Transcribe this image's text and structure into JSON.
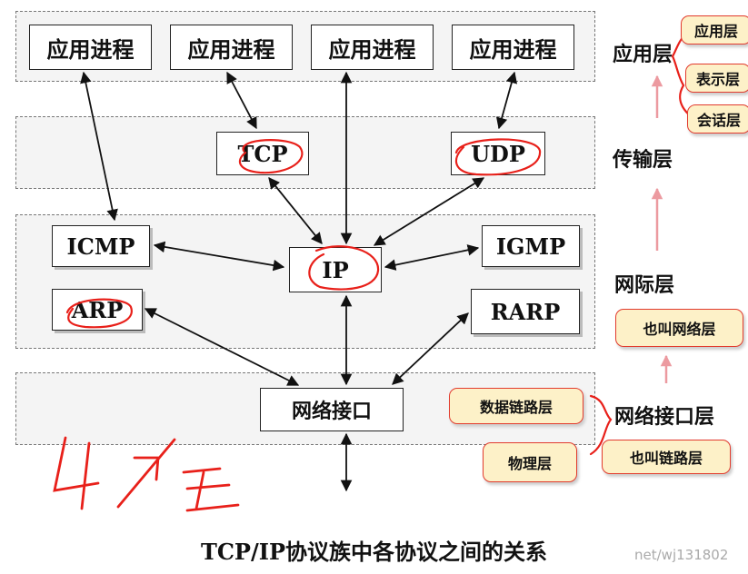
{
  "layers": {
    "application": "应用层",
    "transport": "传输层",
    "internet": "网际层",
    "network_interface": "网络接口层"
  },
  "boxes": {
    "app1": "应用进程",
    "app2": "应用进程",
    "app3": "应用进程",
    "app4": "应用进程",
    "tcp": "TCP",
    "udp": "UDP",
    "icmp": "ICMP",
    "igmp": "IGMP",
    "ip": "IP",
    "arp": "ARP",
    "rarp": "RARP",
    "netif": "网络接口"
  },
  "notes": {
    "app_sub1": "应用层",
    "app_sub2": "表示层",
    "app_sub3": "会话层",
    "internet_alias": "也叫网络层",
    "datalink": "数据链路层",
    "physical": "物理层",
    "link_alias": "也叫链路层"
  },
  "handwriting": "4层",
  "caption": "TCP/IP协议族中各协议之间的关系",
  "watermark": "net/wj131802",
  "colors": {
    "annotation_red": "#e8201a",
    "note_fill": "#fdf1c8"
  }
}
